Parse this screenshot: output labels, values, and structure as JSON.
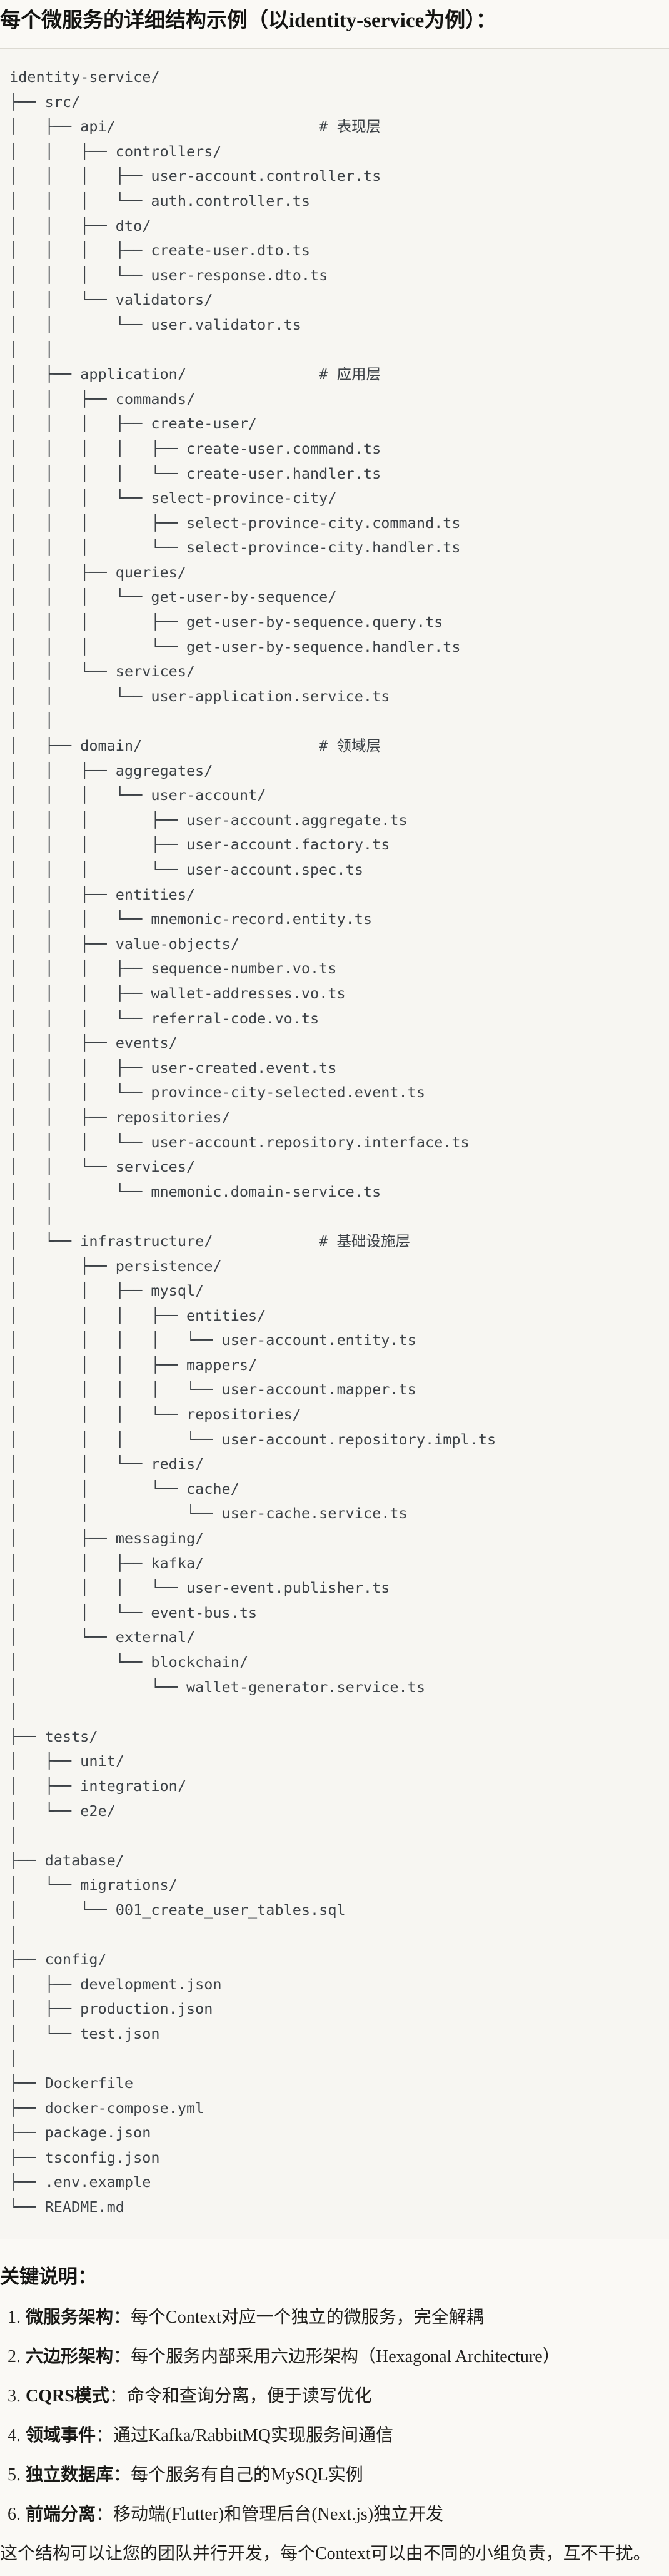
{
  "title": "每个微服务的详细结构示例（以identity-service为例）：",
  "colors": {
    "page_bg": "#FAF9F5",
    "code_bg": "#F7F6F2",
    "code_border": "#DCDAD2",
    "code_text": "#3D4247"
  },
  "tree_lines": [
    "identity-service/",
    "├── src/",
    "│   ├── api/                       # 表现层",
    "│   │   ├── controllers/",
    "│   │   │   ├── user-account.controller.ts",
    "│   │   │   └── auth.controller.ts",
    "│   │   ├── dto/",
    "│   │   │   ├── create-user.dto.ts",
    "│   │   │   └── user-response.dto.ts",
    "│   │   └── validators/",
    "│   │       └── user.validator.ts",
    "│   │",
    "│   ├── application/               # 应用层",
    "│   │   ├── commands/",
    "│   │   │   ├── create-user/",
    "│   │   │   │   ├── create-user.command.ts",
    "│   │   │   │   └── create-user.handler.ts",
    "│   │   │   └── select-province-city/",
    "│   │   │       ├── select-province-city.command.ts",
    "│   │   │       └── select-province-city.handler.ts",
    "│   │   ├── queries/",
    "│   │   │   └── get-user-by-sequence/",
    "│   │   │       ├── get-user-by-sequence.query.ts",
    "│   │   │       └── get-user-by-sequence.handler.ts",
    "│   │   └── services/",
    "│   │       └── user-application.service.ts",
    "│   │",
    "│   ├── domain/                    # 领域层",
    "│   │   ├── aggregates/",
    "│   │   │   └── user-account/",
    "│   │   │       ├── user-account.aggregate.ts",
    "│   │   │       ├── user-account.factory.ts",
    "│   │   │       └── user-account.spec.ts",
    "│   │   ├── entities/",
    "│   │   │   └── mnemonic-record.entity.ts",
    "│   │   ├── value-objects/",
    "│   │   │   ├── sequence-number.vo.ts",
    "│   │   │   ├── wallet-addresses.vo.ts",
    "│   │   │   └── referral-code.vo.ts",
    "│   │   ├── events/",
    "│   │   │   ├── user-created.event.ts",
    "│   │   │   └── province-city-selected.event.ts",
    "│   │   ├── repositories/",
    "│   │   │   └── user-account.repository.interface.ts",
    "│   │   └── services/",
    "│   │       └── mnemonic.domain-service.ts",
    "│   │",
    "│   └── infrastructure/            # 基础设施层",
    "│       ├── persistence/",
    "│       │   ├── mysql/",
    "│       │   │   ├── entities/",
    "│       │   │   │   └── user-account.entity.ts",
    "│       │   │   ├── mappers/",
    "│       │   │   │   └── user-account.mapper.ts",
    "│       │   │   └── repositories/",
    "│       │   │       └── user-account.repository.impl.ts",
    "│       │   └── redis/",
    "│       │       └── cache/",
    "│       │           └── user-cache.service.ts",
    "│       ├── messaging/",
    "│       │   ├── kafka/",
    "│       │   │   └── user-event.publisher.ts",
    "│       │   └── event-bus.ts",
    "│       └── external/",
    "│           └── blockchain/",
    "│               └── wallet-generator.service.ts",
    "│",
    "├── tests/",
    "│   ├── unit/",
    "│   ├── integration/",
    "│   └── e2e/",
    "│",
    "├── database/",
    "│   └── migrations/",
    "│       └── 001_create_user_tables.sql",
    "│",
    "├── config/",
    "│   ├── development.json",
    "│   ├── production.json",
    "│   └── test.json",
    "│",
    "├── Dockerfile",
    "├── docker-compose.yml",
    "├── package.json",
    "├── tsconfig.json",
    "├── .env.example",
    "└── README.md"
  ],
  "key_points": {
    "heading": "关键说明：",
    "items": [
      {
        "num": "1.",
        "label": "微服务架构",
        "text": "：每个Context对应一个独立的微服务，完全解耦"
      },
      {
        "num": "2.",
        "label": "六边形架构",
        "text": "：每个服务内部采用六边形架构（Hexagonal Architecture）"
      },
      {
        "num": "3.",
        "label": "CQRS模式",
        "text": "：命令和查询分离，便于读写优化"
      },
      {
        "num": "4.",
        "label": "领域事件",
        "text": "：通过Kafka/RabbitMQ实现服务间通信"
      },
      {
        "num": "5.",
        "label": "独立数据库",
        "text": "：每个服务有自己的MySQL实例"
      },
      {
        "num": "6.",
        "label": "前端分离",
        "text": "：移动端(Flutter)和管理后台(Next.js)独立开发"
      }
    ],
    "footer": "这个结构可以让您的团队并行开发，每个Context可以由不同的小组负责，互不干扰。"
  }
}
